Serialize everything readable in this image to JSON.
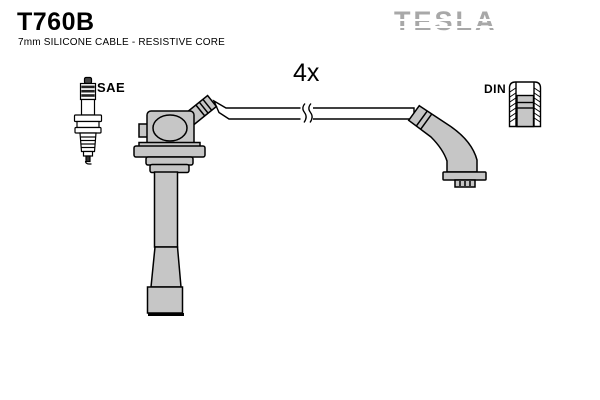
{
  "header": {
    "part_number": "T760B",
    "description": "7mm SILICONE CABLE - RESISTIVE CORE",
    "brand_logo": "TESLA",
    "brand_color": "#a8a8a8"
  },
  "illustration": {
    "quantity_label": "4x",
    "spark_plug_label": "SAE",
    "din_label": "DIN",
    "boot_fill": "#c6c6c6",
    "outline": "#000000",
    "icon_names": [
      "spark-plug-icon",
      "coil-on-plug-boot-icon",
      "ignition-cable",
      "cable-break-icon",
      "distributor-elbow-boot-icon",
      "din-connector-icon"
    ]
  }
}
